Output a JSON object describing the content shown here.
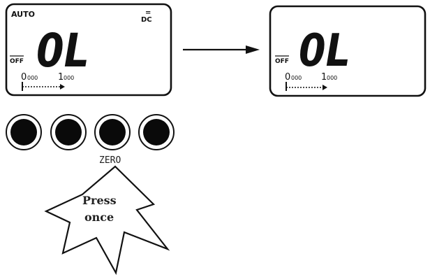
{
  "display_left": {
    "auto_label": "AUTO",
    "dc_top": "=",
    "dc_bottom": "DC",
    "main_reading": "0L",
    "off_label": "OFF",
    "scale_start_big": "0",
    "scale_start_small": "000",
    "scale_mid_big": "1",
    "scale_mid_small": "000"
  },
  "display_right": {
    "main_reading": "0L",
    "off_label": "OFF",
    "scale_start_big": "0",
    "scale_start_small": "000",
    "scale_mid_big": "1",
    "scale_mid_small": "000"
  },
  "buttons": {
    "count": 4,
    "zero_label": "ZERO"
  },
  "callout": {
    "line1": "Press",
    "line2": "once"
  },
  "colors": {
    "ink": "#111111",
    "paper": "#ffffff"
  }
}
